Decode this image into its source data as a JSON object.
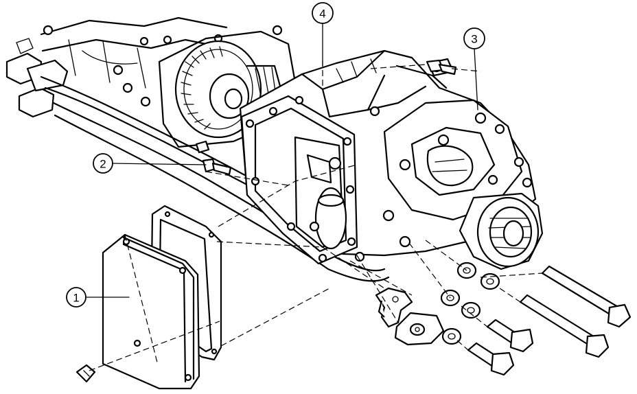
{
  "callouts": [
    {
      "id": "1",
      "label": "1",
      "part": "cover-plate"
    },
    {
      "id": "2",
      "label": "2",
      "part": "bolt"
    },
    {
      "id": "3",
      "label": "3",
      "part": "rear-differential-assembly"
    },
    {
      "id": "4",
      "label": "4",
      "part": "gasket"
    }
  ],
  "colors": {
    "ink": "#000000",
    "paper": "#ffffff"
  }
}
